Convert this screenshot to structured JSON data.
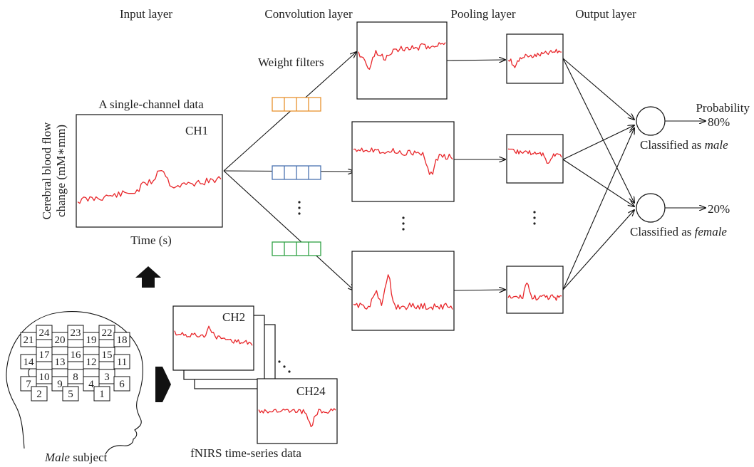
{
  "layers": {
    "input": "Input layer",
    "convolution": "Convolution layer",
    "pooling": "Pooling layer",
    "output": "Output layer"
  },
  "input_panel": {
    "title": "A single-channel data",
    "channel": "CH1",
    "ylabel_line1": "Cerebral blood flow",
    "ylabel_line2": "change (mM∗mm)",
    "xlabel": "Time (s)"
  },
  "filters": {
    "label": "Weight filters",
    "colors": [
      "#e8912e",
      "#4a72b0",
      "#2ea043"
    ]
  },
  "output": {
    "probability_label": "Probability",
    "male_value": "80%",
    "female_value": "20%",
    "male_prefix": "Classified as ",
    "male_class": "male",
    "female_prefix": "Classified as ",
    "female_class": "female"
  },
  "subject": {
    "gender": "Male",
    "suffix": " subject"
  },
  "fnirs": {
    "ch2": "CH2",
    "ch24": "CH24",
    "caption": "fNIRS time-series data"
  },
  "probe_channels": [
    "21",
    "24",
    "20",
    "23",
    "19",
    "22",
    "18",
    "14",
    "17",
    "13",
    "16",
    "12",
    "15",
    "11",
    "7",
    "10",
    "9",
    "8",
    "4",
    "3",
    "6",
    "2",
    "5",
    "1"
  ],
  "colors": {
    "signal": "#e8262a",
    "ink": "#111111"
  }
}
